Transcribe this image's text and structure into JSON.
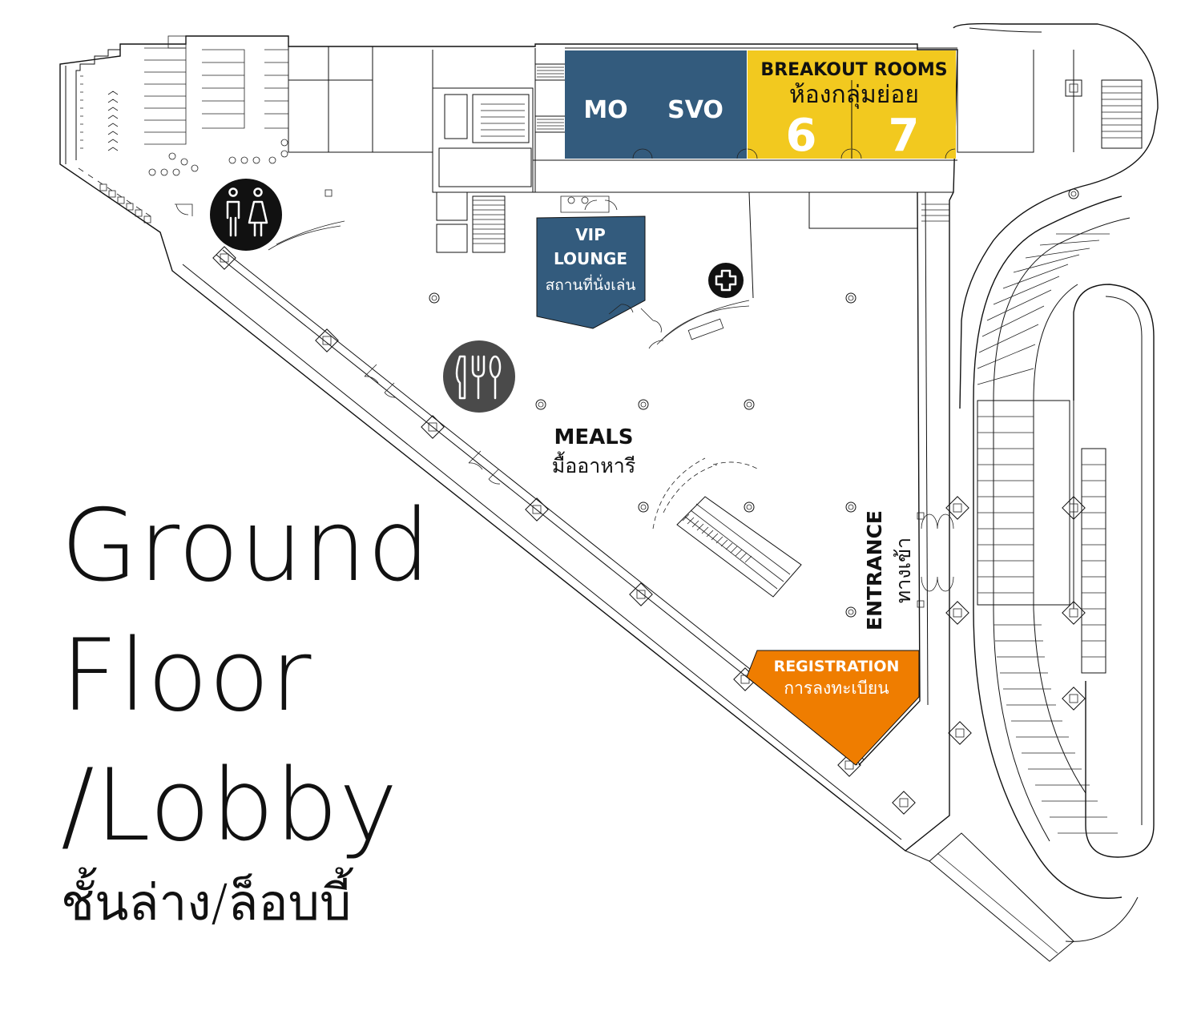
{
  "title": {
    "line1": "Ground",
    "line2": "Floor",
    "line3": "/Lobby",
    "thai": "ชั้นล่าง/ล็อบบี้"
  },
  "rooms": {
    "mo": {
      "label": "MO"
    },
    "svo": {
      "label": "SVO"
    },
    "breakout": {
      "label_en": "BREAKOUT ROOMS",
      "label_th": "ห้องกลุ่มย่อย",
      "room_a": "6",
      "room_b": "7"
    },
    "vip": {
      "line1": "VIP",
      "line2": "LOUNGE",
      "label_th": "สถานที่นั่งเล่น"
    },
    "registration": {
      "label_en": "REGISTRATION",
      "label_th": "การลงทะเบียน"
    }
  },
  "areas": {
    "meals": {
      "label_en": "MEALS",
      "label_th": "มื้ออาหารี"
    },
    "entrance": {
      "label_en": "ENTRANCE",
      "label_th": "ทางเข้า"
    }
  },
  "icons": {
    "restroom": "restroom-icon",
    "dining": "dining-icon",
    "first_aid": "first-aid-icon"
  },
  "colors": {
    "blue": "#335b7d",
    "yellow": "#f2c91f",
    "orange": "#ef7d00",
    "dark_icon": "#111111",
    "grey_icon": "#4a4a4a"
  }
}
